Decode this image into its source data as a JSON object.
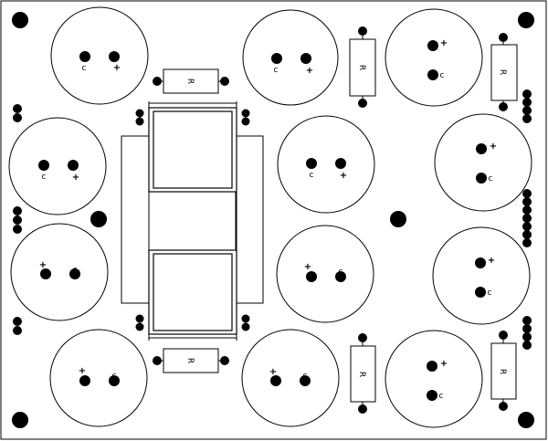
{
  "board": {
    "caption": "",
    "colors": {
      "ink": "#000000",
      "paper": "#ffffff"
    }
  },
  "markings": {
    "capacitor_plus": "+",
    "capacitor_negative": "c",
    "resistor_label": "R"
  },
  "capacitors": [
    {
      "id": "C1",
      "polarity_plus": "+",
      "polarity_neg": "c"
    },
    {
      "id": "C2",
      "polarity_plus": "+",
      "polarity_neg": "c"
    },
    {
      "id": "C3",
      "polarity_plus": "+",
      "polarity_neg": "c"
    },
    {
      "id": "C4",
      "polarity_plus": "+",
      "polarity_neg": "c"
    },
    {
      "id": "C5",
      "polarity_plus": "+",
      "polarity_neg": "c"
    },
    {
      "id": "C6",
      "polarity_plus": "+",
      "polarity_neg": "c"
    },
    {
      "id": "C7",
      "polarity_plus": "+",
      "polarity_neg": "c"
    },
    {
      "id": "C8",
      "polarity_plus": "+",
      "polarity_neg": "c"
    },
    {
      "id": "C9",
      "polarity_plus": "+",
      "polarity_neg": "c"
    },
    {
      "id": "C10",
      "polarity_plus": "+",
      "polarity_neg": "c"
    },
    {
      "id": "C11",
      "polarity_plus": "+",
      "polarity_neg": "c"
    },
    {
      "id": "C12",
      "polarity_plus": "+",
      "polarity_neg": "c"
    }
  ],
  "resistors": [
    {
      "id": "R1",
      "label": "R"
    },
    {
      "id": "R2",
      "label": "R"
    },
    {
      "id": "R3",
      "label": "R"
    },
    {
      "id": "R4",
      "label": "R"
    },
    {
      "id": "R5",
      "label": "R"
    },
    {
      "id": "R6",
      "label": "R"
    }
  ]
}
